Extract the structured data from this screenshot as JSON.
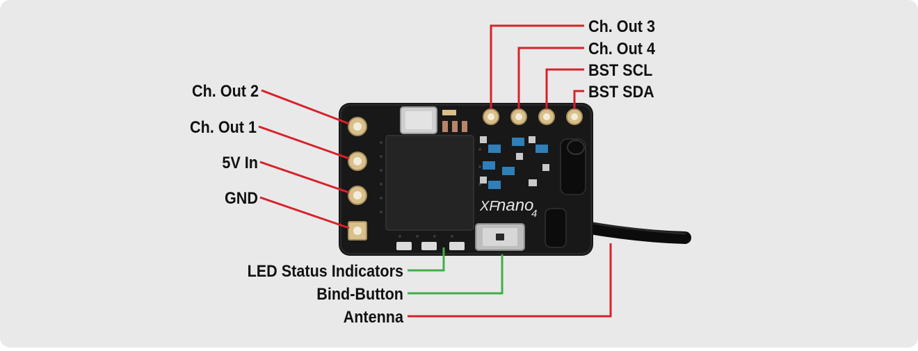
{
  "diagram": {
    "board_marking": {
      "brand": "XF",
      "model": "nano",
      "version": "4"
    },
    "colors": {
      "background": "#e9e9e9",
      "board": "#181818",
      "pin_line": "#d8212a",
      "indicator_line": "#3fae49",
      "pad_gold": "#d9c08a",
      "smd_blue": "#2f7fb8"
    },
    "labels": {
      "ch_out_3": "Ch. Out 3",
      "ch_out_4": "Ch. Out 4",
      "bst_scl": "BST SCL",
      "bst_sda": "BST SDA",
      "ch_out_2": "Ch. Out 2",
      "ch_out_1": "Ch. Out 1",
      "v5_in": "5V In",
      "gnd": "GND",
      "led_status": "LED Status Indicators",
      "bind_button": "Bind-Button",
      "antenna": "Antenna"
    }
  }
}
